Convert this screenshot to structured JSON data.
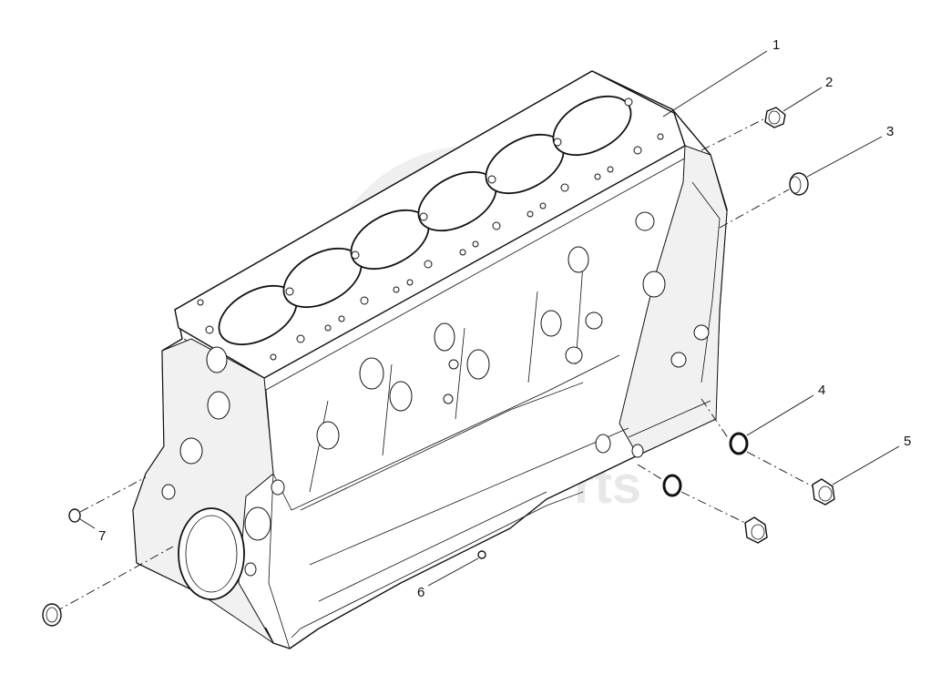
{
  "callouts": [
    {
      "id": "1",
      "label": "1"
    },
    {
      "id": "2",
      "label": "2"
    },
    {
      "id": "3",
      "label": "3"
    },
    {
      "id": "4",
      "label": "4"
    },
    {
      "id": "5",
      "label": "5"
    },
    {
      "id": "6",
      "label": "6"
    },
    {
      "id": "7",
      "label": "7"
    }
  ],
  "watermark": {
    "text": "rts"
  },
  "colors": {
    "line": "#111111",
    "background": "#ffffff",
    "watermark": "#d6d6d6"
  }
}
